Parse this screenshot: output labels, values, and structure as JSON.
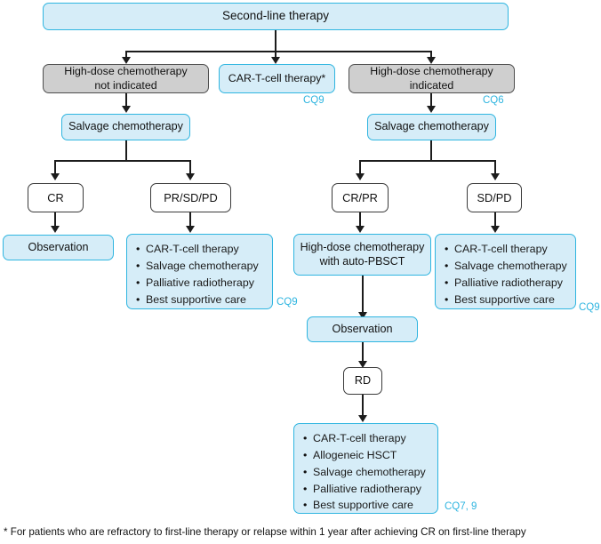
{
  "diagram": {
    "title_box": {
      "label": "Second-line therapy"
    },
    "branch_row": {
      "left": {
        "label": "High-dose chemotherapy\nnot indicated",
        "style": "gray"
      },
      "center": {
        "label": "CAR-T-cell therapy*",
        "style": "blue",
        "tag": "CQ9"
      },
      "right": {
        "label": "High-dose chemotherapy\nindicated",
        "style": "gray",
        "tag": "CQ6"
      }
    },
    "salvage_left": {
      "label": "Salvage chemotherapy"
    },
    "salvage_right": {
      "label": "Salvage chemotherapy"
    },
    "outcomes": {
      "left_cr": "CR",
      "left_prsdpd": "PR/SD/PD",
      "right_crpr": "CR/PR",
      "right_sdpd": "SD/PD"
    },
    "observation_left": {
      "label": "Observation"
    },
    "options_left": {
      "items": [
        "CAR-T-cell therapy",
        "Salvage chemotherapy",
        "Palliative radiotherapy",
        "Best supportive care"
      ],
      "tag": "CQ9"
    },
    "hdc_pbsct": {
      "label": "High-dose chemotherapy\nwith auto-PBSCT"
    },
    "options_right": {
      "items": [
        "CAR-T-cell therapy",
        "Salvage chemotherapy",
        "Palliative radiotherapy",
        "Best supportive care"
      ],
      "tag": "CQ9"
    },
    "observation_center": {
      "label": "Observation"
    },
    "rd_node": {
      "label": "RD"
    },
    "options_bottom": {
      "items": [
        "CAR-T-cell therapy",
        "Allogeneic HSCT",
        "Salvage chemotherapy",
        "Palliative radiotherapy",
        "Best supportive care"
      ],
      "tag": "CQ7, 9"
    },
    "footnote": "* For patients who are refractory to first-line therapy or relapse within 1 year after achieving CR on first-line therapy",
    "colors": {
      "blue_fill": "#d6edf8",
      "blue_border": "#2fb5e0",
      "gray_fill": "#cfcfcf",
      "gray_border": "#4d4d4d",
      "white_fill": "#ffffff",
      "connector": "#1c1c1c",
      "tag_text": "#2fb5e0"
    }
  }
}
